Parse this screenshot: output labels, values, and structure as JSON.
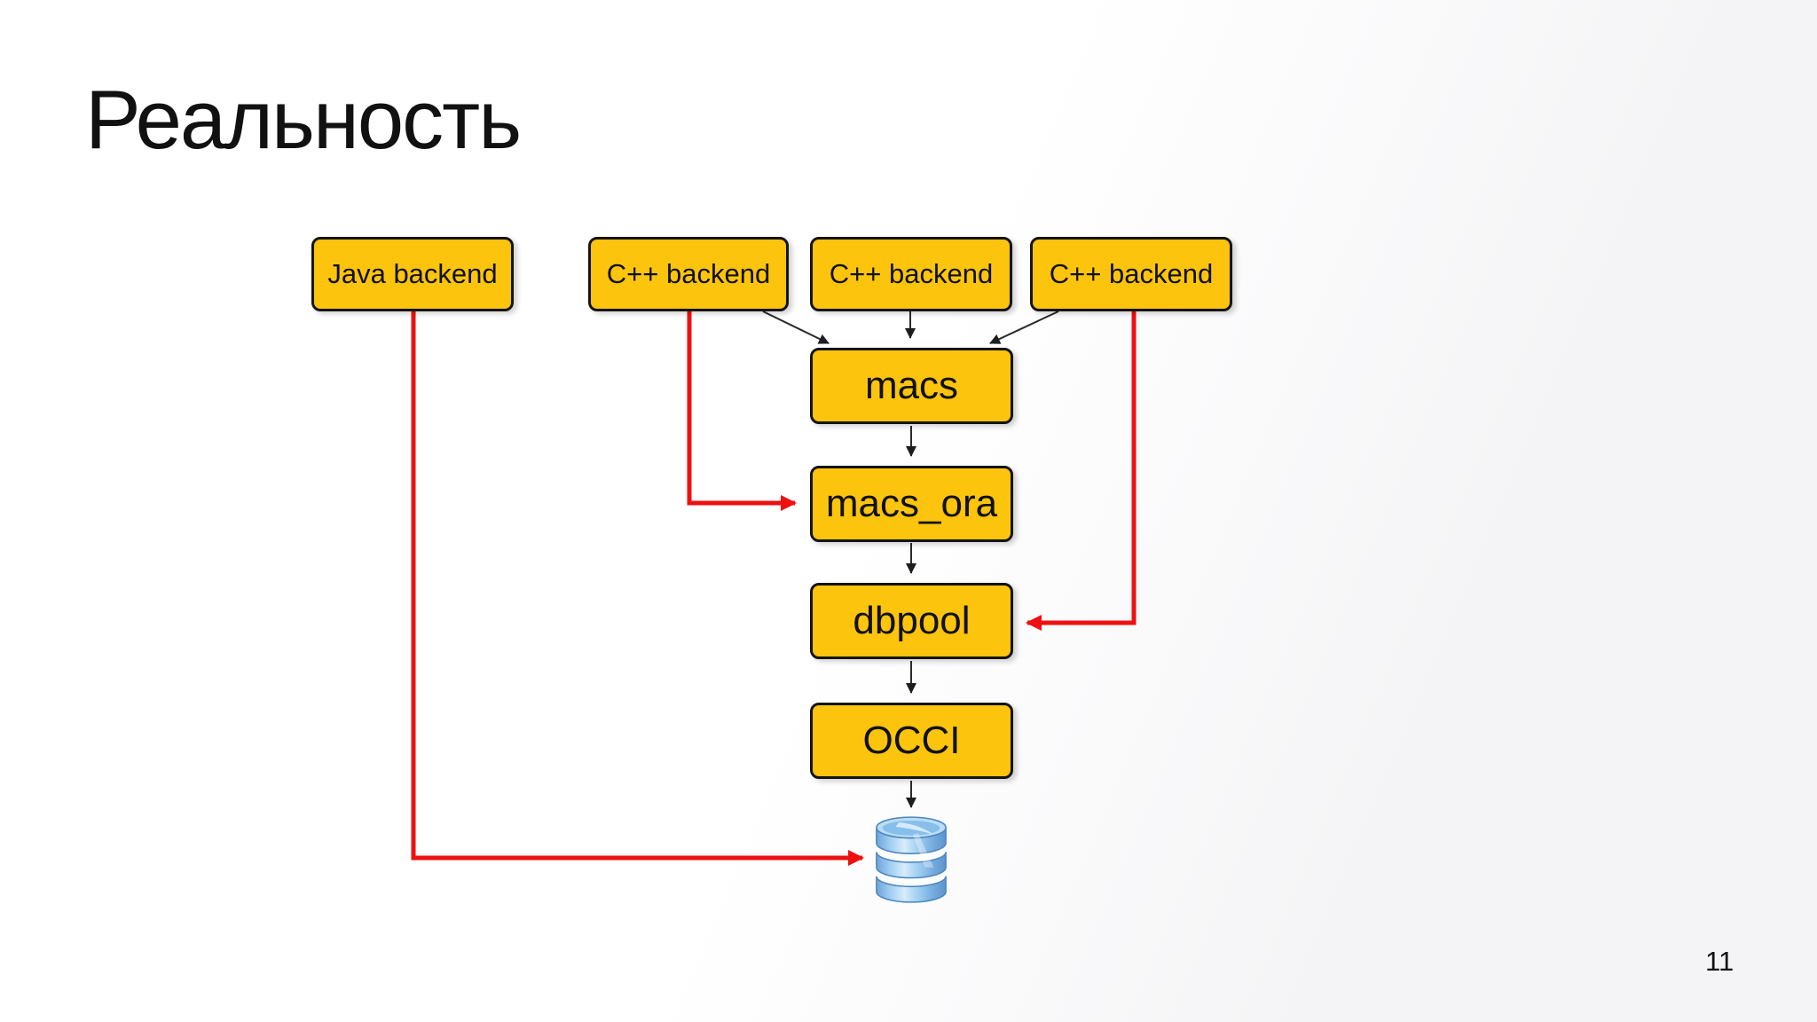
{
  "slide": {
    "title": "Реальность",
    "page_number": "11"
  },
  "nodes": [
    {
      "id": "java-backend",
      "label": "Java backend"
    },
    {
      "id": "cpp-backend-1",
      "label": "C++ backend"
    },
    {
      "id": "cpp-backend-2",
      "label": "C++ backend"
    },
    {
      "id": "cpp-backend-3",
      "label": "C++ backend"
    },
    {
      "id": "macs",
      "label": "macs"
    },
    {
      "id": "macs-ora",
      "label": "macs_ora"
    },
    {
      "id": "dbpool",
      "label": "dbpool"
    },
    {
      "id": "occi",
      "label": "OCCI"
    },
    {
      "id": "database",
      "icon": "database-cylinder-icon"
    }
  ],
  "edges": {
    "black": [
      {
        "from": "cpp-backend-1",
        "to": "macs"
      },
      {
        "from": "cpp-backend-2",
        "to": "macs"
      },
      {
        "from": "cpp-backend-3",
        "to": "macs"
      },
      {
        "from": "macs",
        "to": "macs-ora"
      },
      {
        "from": "macs-ora",
        "to": "dbpool"
      },
      {
        "from": "dbpool",
        "to": "occi"
      },
      {
        "from": "occi",
        "to": "database"
      }
    ],
    "red": [
      {
        "from": "java-backend",
        "to": "database"
      },
      {
        "from": "cpp-backend-1",
        "to": "macs-ora"
      },
      {
        "from": "cpp-backend-3",
        "to": "dbpool"
      }
    ]
  },
  "colors": {
    "node_fill": "#FCC40D",
    "node_border": "#141414",
    "arrow_black": "#2a2a2a",
    "arrow_red": "#EE1111",
    "text_color": "#111111",
    "bg": "#ffffff",
    "bg_shade": "#f4f4f6",
    "db_blue_light": "#D7ECFB",
    "db_blue_mid": "#8FC2EA",
    "db_blue_dark": "#5E9BD3",
    "db_outline": "#4C87BE"
  }
}
